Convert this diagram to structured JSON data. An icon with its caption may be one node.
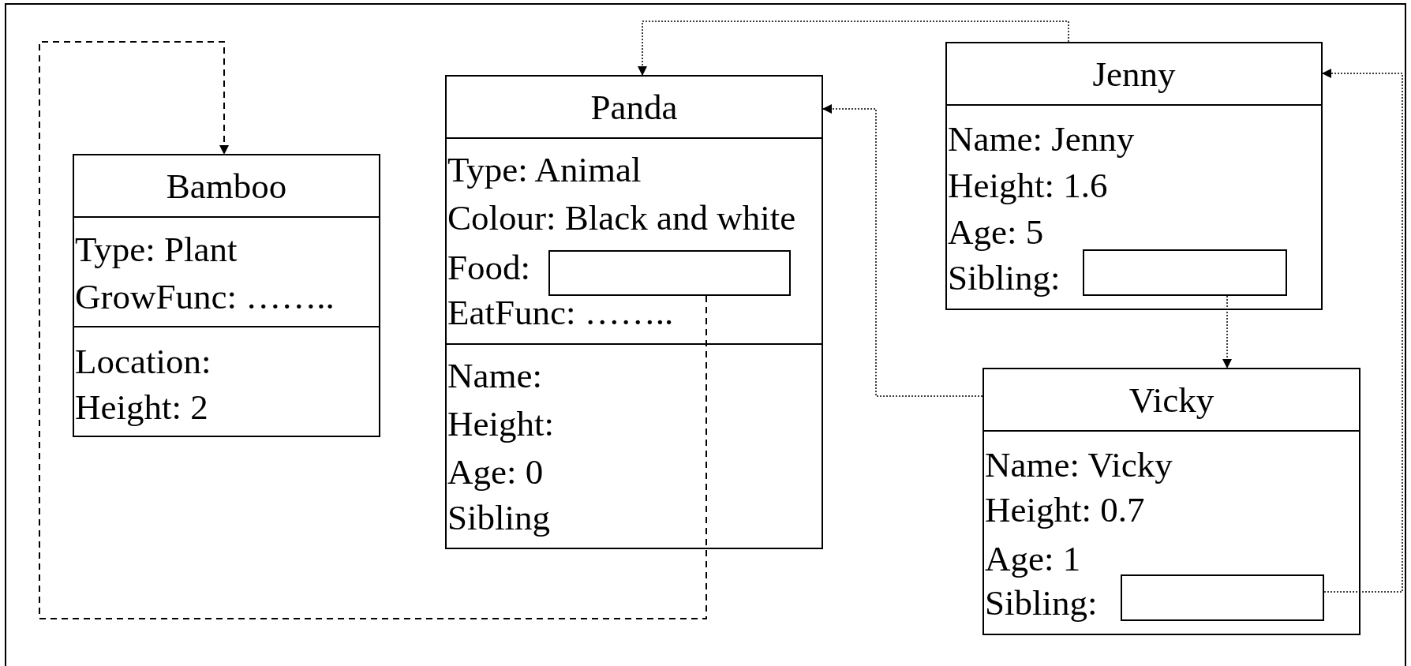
{
  "diagram": {
    "nodes": [
      {
        "text": [
          "Bamboo",
          "Type: Plant",
          "GrowFunc: ……..",
          "Location:",
          "Height: 2"
        ]
      },
      {
        "text": [
          "Panda",
          "Type: Animal",
          "Colour: Black and white",
          "Food:",
          "EatFunc: ……..",
          "Name:",
          "Height:",
          "Age: 0",
          "Sibling"
        ]
      },
      {
        "text": [],
        "shape": "box",
        "in": 1
      },
      {
        "text": [
          "Jenny",
          "Name: Jenny",
          "Height: 1.6",
          "Age: 5",
          "Sibling:"
        ]
      },
      {
        "text": [],
        "shape": "box",
        "in": 3
      },
      {
        "text": [
          "Vicky",
          "Name: Vicky",
          "Height: 0.7",
          "Age: 1",
          "Sibling:"
        ]
      },
      {
        "text": [],
        "shape": "box",
        "in": 5
      }
    ],
    "edges": [
      {
        "from": 2,
        "to": 0,
        "arrow": "to",
        "style": "dashed"
      },
      {
        "from": 3,
        "to": 1,
        "arrow": "to"
      },
      {
        "from": 4,
        "to": 5,
        "arrow": "to"
      },
      {
        "from": 5,
        "to": 1,
        "arrow": "to"
      },
      {
        "from": 6,
        "to": 3,
        "arrow": "to"
      }
    ]
  }
}
